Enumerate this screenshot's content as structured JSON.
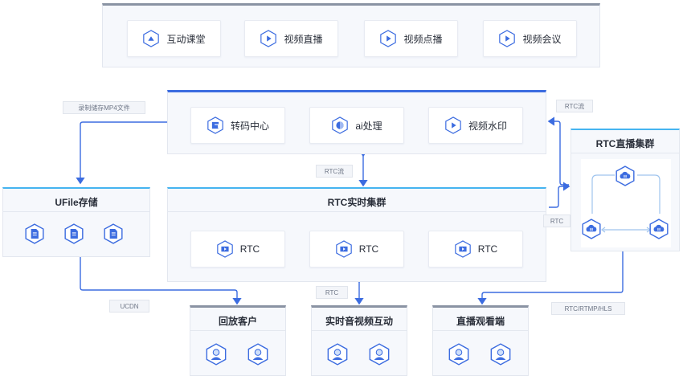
{
  "colors": {
    "accent": "#3c6ce0",
    "line": "#3c6ce0",
    "cyan": "#45b4f0"
  },
  "apps": [
    {
      "label": "互动课堂",
      "icon": "classroom-icon"
    },
    {
      "label": "视频直播",
      "icon": "play-icon"
    },
    {
      "label": "视频点播",
      "icon": "play-icon"
    },
    {
      "label": "视频会议",
      "icon": "play-icon"
    }
  ],
  "services": [
    {
      "label": "转码中心",
      "icon": "transcode-icon"
    },
    {
      "label": "ai处理",
      "icon": "ai-icon"
    },
    {
      "label": "视频水印",
      "icon": "play-icon"
    }
  ],
  "rtc_cluster": {
    "title": "RTC实时集群",
    "nodes": [
      "RTC",
      "RTC",
      "RTC"
    ]
  },
  "ufile": {
    "title": "UFile存储",
    "files": [
      "file-icon",
      "file-icon",
      "file-icon"
    ]
  },
  "rtc_live": {
    "title": "RTC直播集群",
    "nodes": [
      "cloud-node-icon",
      "cloud-node-icon",
      "cloud-node-icon"
    ]
  },
  "clients": [
    {
      "title": "回放客户"
    },
    {
      "title": "实时音视频互动"
    },
    {
      "title": "直播观看端"
    }
  ],
  "tags": {
    "record": "录制储存MP4文件",
    "rtc_flow_right": "RTC流",
    "rtc_flow_mid": "RTC流",
    "rtc_right": "RTC",
    "rtc_bottom": "RTC",
    "ucdn": "UCDN",
    "rtmp_hls": "RTC/RTMP/HLS"
  }
}
